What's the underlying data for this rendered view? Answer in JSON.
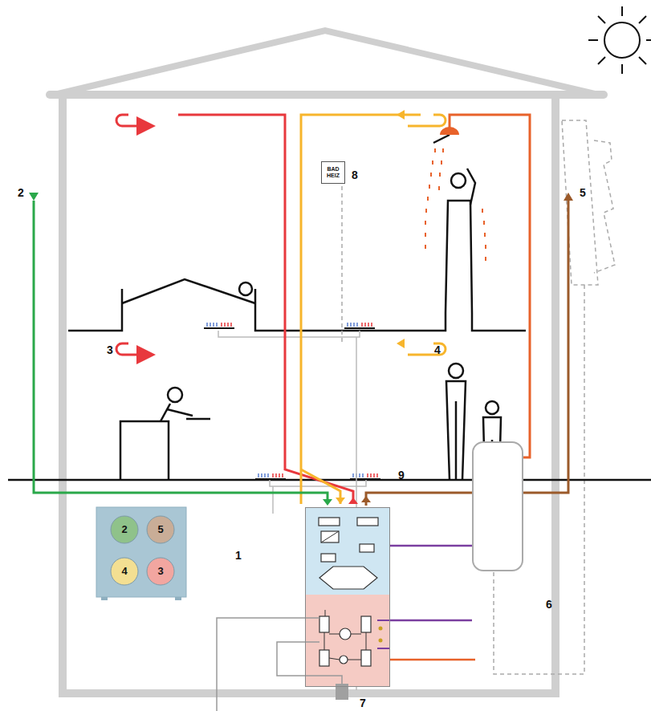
{
  "diagram": {
    "nodes": [
      {
        "text": [
          "BAD HEIZ"
        ]
      },
      {
        "text": [
          "2"
        ]
      },
      {
        "text": [
          "5"
        ]
      },
      {
        "text": [
          "4"
        ]
      },
      {
        "text": [
          "3"
        ]
      },
      {
        "text": [
          "1"
        ]
      },
      {
        "text": [
          "6"
        ]
      }
    ],
    "edges": [
      {
        "from": 5,
        "to": 6,
        "arrow": "none"
      }
    ],
    "labels": [
      "2",
      "3",
      "4",
      "5",
      "7",
      "8",
      "9"
    ]
  }
}
